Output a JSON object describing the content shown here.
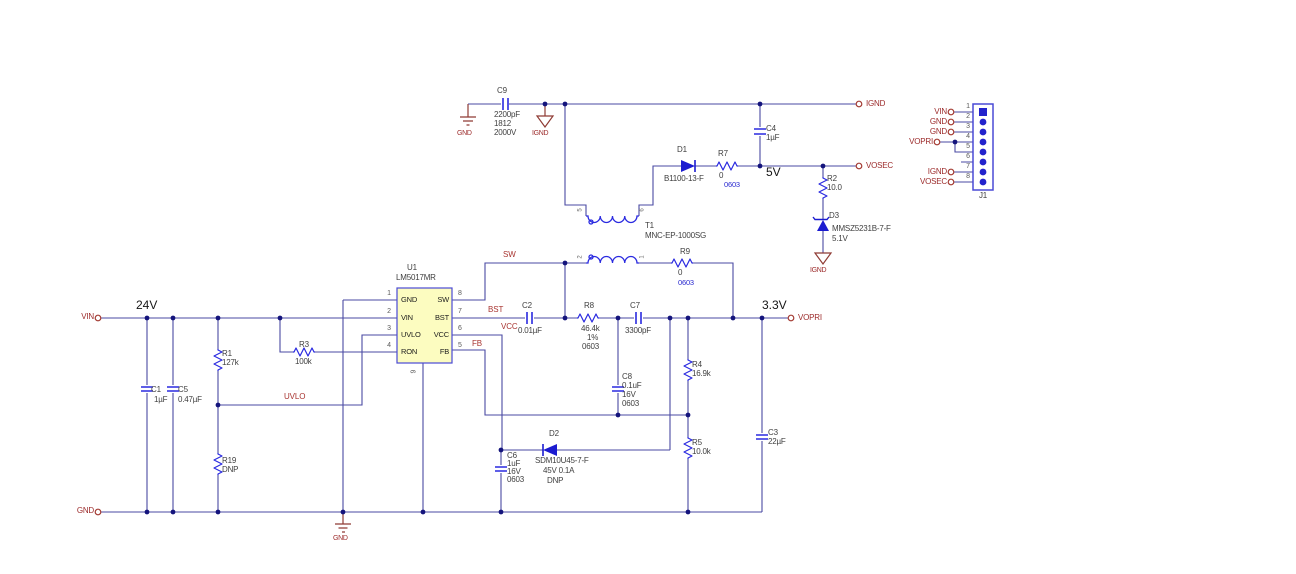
{
  "schematic": {
    "power": {
      "v24": "24V",
      "v5": "5V",
      "v33": "3.3V"
    },
    "nets": {
      "sw": "SW",
      "bst": "BST",
      "vcc": "VCC",
      "fb": "FB",
      "uvlo": "UVLO"
    },
    "terminals": {
      "vin": "VIN",
      "gnd": "GND",
      "ignd": "IGND",
      "vosec": "VOSEC",
      "vopri": "VOPRI"
    },
    "grounds": {
      "gnd": "GND",
      "ignd": "IGND"
    },
    "components": {
      "C9": {
        "ref": "C9",
        "l1": "2200pF",
        "l2": "1812",
        "l3": "2000V"
      },
      "C4": {
        "ref": "C4",
        "l1": "1µF"
      },
      "C1": {
        "ref": "C1",
        "l1": "1µF"
      },
      "C5": {
        "ref": "C5",
        "l1": "0.47µF"
      },
      "C2": {
        "ref": "C2",
        "l1": "0.01µF"
      },
      "C7": {
        "ref": "C7",
        "l1": "3300pF"
      },
      "C8": {
        "ref": "C8",
        "l1": "0.1uF",
        "l2": "16V",
        "l3": "0603"
      },
      "C6": {
        "ref": "C6",
        "l1": "1uF",
        "l2": "16V",
        "l3": "0603"
      },
      "C3": {
        "ref": "C3",
        "l1": "22µF"
      },
      "R1": {
        "ref": "R1",
        "l1": "127k"
      },
      "R19": {
        "ref": "R19",
        "l1": "DNP"
      },
      "R3": {
        "ref": "R3",
        "l1": "100k"
      },
      "R8": {
        "ref": "R8",
        "l1": "46.4k",
        "l2": "1%",
        "l3": "0603"
      },
      "R4": {
        "ref": "R4",
        "l1": "16.9k"
      },
      "R5": {
        "ref": "R5",
        "l1": "10.0k"
      },
      "R7": {
        "ref": "R7",
        "l1": "0",
        "l2": "0603"
      },
      "R9": {
        "ref": "R9",
        "l1": "0",
        "l2": "0603"
      },
      "R2": {
        "ref": "R2",
        "l1": "10.0"
      },
      "D1": {
        "ref": "D1",
        "l1": "B1100-13-F"
      },
      "D2": {
        "ref": "D2",
        "l1": "SDM10U45-7-F",
        "l2": "45V 0.1A",
        "l3": "DNP"
      },
      "D3": {
        "ref": "D3",
        "l1": "MMSZ5231B-7-F",
        "l2": "5.1V"
      },
      "T1": {
        "ref": "T1",
        "l1": "MNC-EP-1000SG"
      }
    },
    "u1": {
      "ref": "U1",
      "part": "LM5017MR",
      "pins_left": [
        {
          "num": "1",
          "name": "GND"
        },
        {
          "num": "2",
          "name": "VIN"
        },
        {
          "num": "3",
          "name": "UVLO"
        },
        {
          "num": "4",
          "name": "RON"
        }
      ],
      "pins_right": [
        {
          "num": "8",
          "name": "SW"
        },
        {
          "num": "7",
          "name": "BST"
        },
        {
          "num": "6",
          "name": "VCC"
        },
        {
          "num": "5",
          "name": "FB"
        }
      ],
      "pin_bottom": "9"
    },
    "t1_pins": {
      "tl": "5",
      "tr": "6",
      "bl": "2",
      "br": "1"
    },
    "j1": {
      "ref": "J1",
      "numbers": [
        "1",
        "2",
        "3",
        "4",
        "5",
        "6",
        "7",
        "8"
      ],
      "row_labels": {
        "r1": "VIN",
        "r2": "GND",
        "r3": "GND",
        "r4": "VOPRI",
        "r7": "IGND",
        "r8": "VOSEC"
      }
    }
  }
}
